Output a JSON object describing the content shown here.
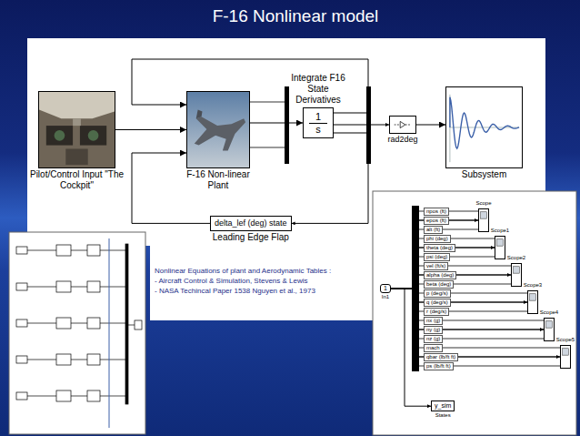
{
  "diagram": {
    "title": "F-16 Nonlinear model",
    "nodes": [
      {
        "text": [
          "Pilot/Control Input \"The Cockpit\""
        ]
      },
      {
        "text": [
          "F-16 Non-linear Plant"
        ]
      },
      {
        "text": [
          "Integrate F16 State Derivatives",
          "1",
          "s"
        ]
      },
      {
        "text": [
          "rad2deg"
        ]
      },
      {
        "text": [
          "Subsystem"
        ]
      },
      {
        "text": [
          "delta_lef (deg) state",
          "Leading Edge Flap"
        ]
      },
      {
        "text": [
          "1",
          "In1"
        ]
      },
      {
        "text": [
          "Scope"
        ]
      },
      {
        "text": [
          "Scope1"
        ]
      },
      {
        "text": [
          "Scope2"
        ]
      },
      {
        "text": [
          "Scope3"
        ]
      },
      {
        "text": [
          "Scope4"
        ]
      },
      {
        "text": [
          "Scope5"
        ]
      },
      {
        "text": [
          "y_sim",
          "States"
        ]
      }
    ],
    "edges": [
      {
        "from": 0,
        "to": 1,
        "arrow": "to"
      },
      {
        "from": 1,
        "to": 2,
        "arrow": "to"
      },
      {
        "from": 2,
        "to": 3,
        "arrow": "to"
      },
      {
        "from": 3,
        "to": 4,
        "arrow": "to"
      },
      {
        "from": 2,
        "to": 1,
        "arrow": "to"
      },
      {
        "from": 2,
        "to": 5,
        "arrow": "to"
      },
      {
        "from": 5,
        "to": 1,
        "arrow": "to"
      },
      {
        "from": 6,
        "to": 7,
        "arrow": "to"
      },
      {
        "from": 6,
        "to": 8,
        "arrow": "to"
      },
      {
        "from": 6,
        "to": 9,
        "arrow": "to"
      },
      {
        "from": 6,
        "to": 10,
        "arrow": "to"
      },
      {
        "from": 6,
        "to": 11,
        "arrow": "to"
      },
      {
        "from": 6,
        "to": 12,
        "arrow": "to"
      },
      {
        "from": 6,
        "to": 13,
        "arrow": "to"
      }
    ],
    "labels": [
      "npos (ft)",
      "epos (ft)",
      "alt (ft)",
      "phi (deg)",
      "theta (deg)",
      "psi (deg)",
      "vel (ft/s)",
      "alpha (deg)",
      "beta (deg)",
      "p (deg/s)",
      "q (deg/s)",
      "r (deg/s)",
      "nx (g)",
      "ny (g)",
      "nz (g)",
      "mach",
      "qbar (lb/ft ft)",
      "ps (lb/ft ft)",
      "Nonlinear Equations of plant and Aerodynamic Tables :",
      "- Aircraft Control & Simulation, Stevens & Lewis",
      "- NASA Techincal Paper 1538 Nguyen et al., 1973"
    ]
  }
}
